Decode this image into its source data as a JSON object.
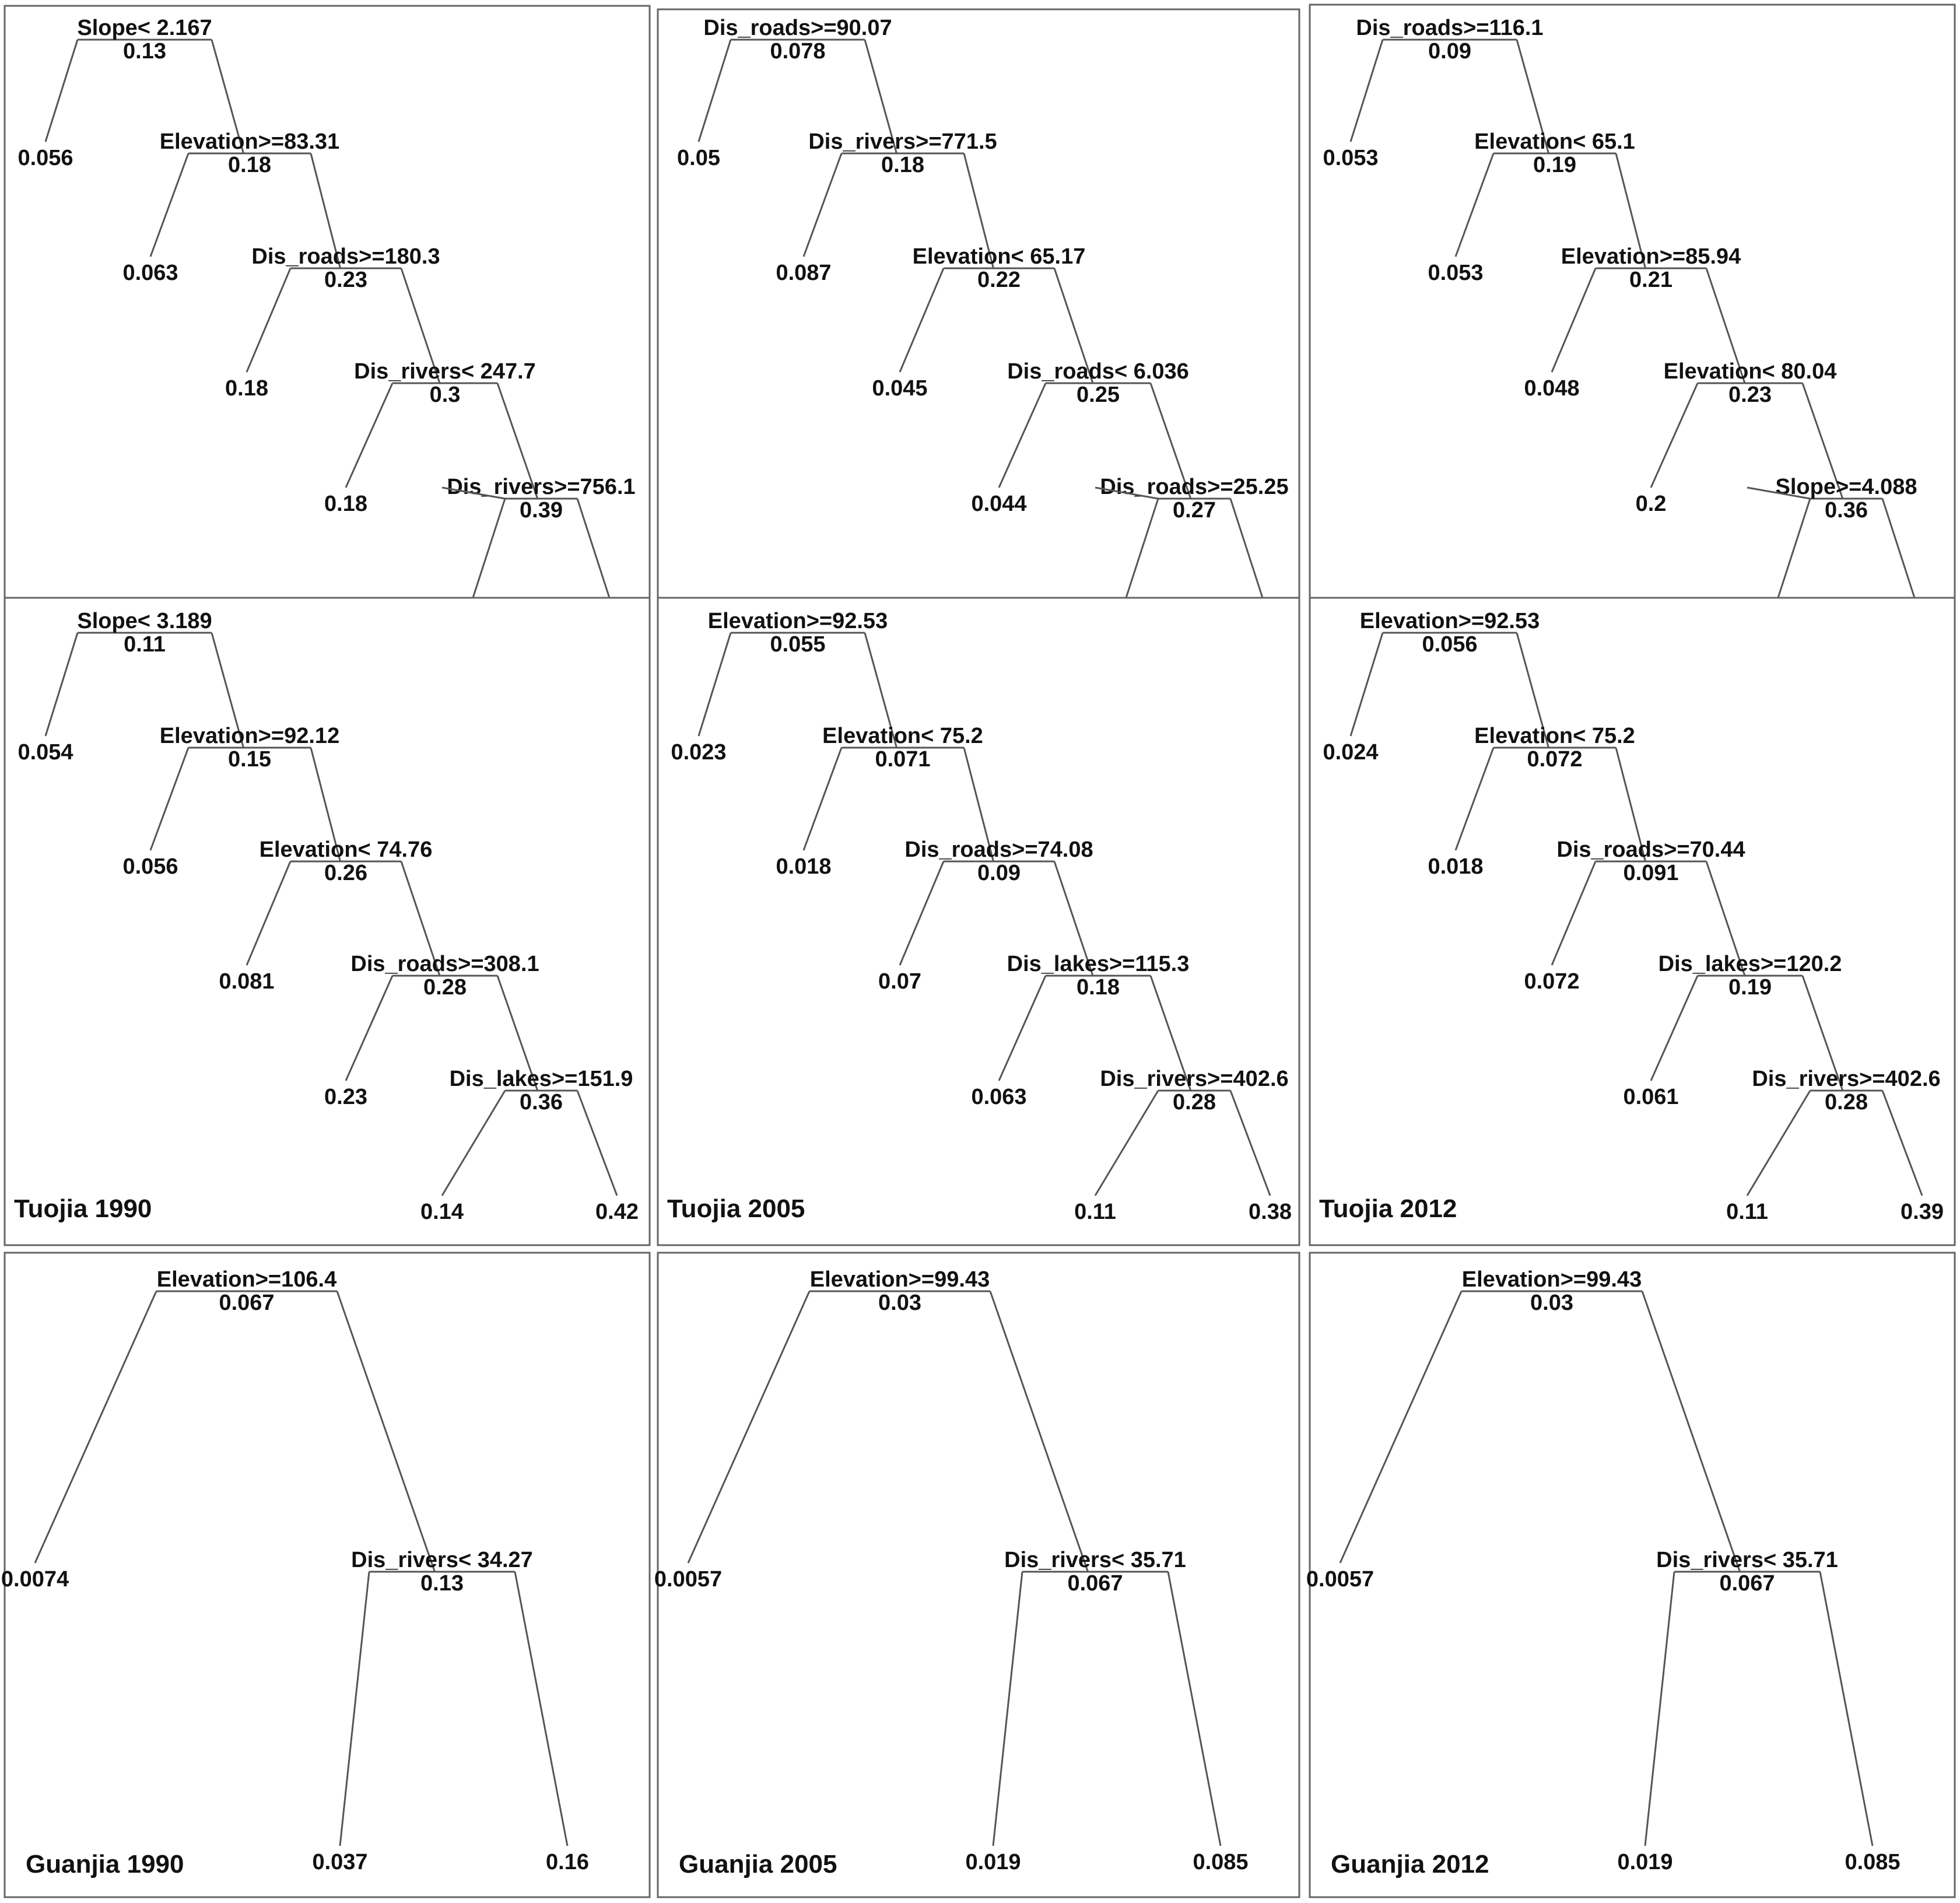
{
  "panels": [
    {
      "title": "",
      "root": {
        "split": "Slope< 2.167",
        "value": "0.13",
        "left": {
          "value": "0.056"
        },
        "right": {
          "split": "Elevation>=83.31",
          "value": "0.18",
          "left": {
            "value": "0.063"
          },
          "right": {
            "split": "Dis_roads>=180.3",
            "value": "0.23",
            "left": {
              "value": "0.18"
            },
            "right": {
              "split": "Dis_rivers< 247.7",
              "value": "0.3",
              "left": {
                "value": "0.18"
              },
              "right": {
                "split": "Dis_rivers>=756.1",
                "value": "0.39",
                "cut": true
              }
            }
          }
        }
      }
    },
    {
      "title": "",
      "root": {
        "split": "Dis_roads>=90.07",
        "value": "0.078",
        "left": {
          "value": "0.05"
        },
        "right": {
          "split": "Dis_rivers>=771.5",
          "value": "0.18",
          "left": {
            "value": "0.087"
          },
          "right": {
            "split": "Elevation< 65.17",
            "value": "0.22",
            "left": {
              "value": "0.045"
            },
            "right": {
              "split": "Dis_roads< 6.036",
              "value": "0.25",
              "left": {
                "value": "0.044"
              },
              "right": {
                "split": "Dis_roads>=25.25",
                "value": "0.27",
                "cut": true
              }
            }
          }
        }
      }
    },
    {
      "title": "",
      "root": {
        "split": "Dis_roads>=116.1",
        "value": "0.09",
        "left": {
          "value": "0.053"
        },
        "right": {
          "split": "Elevation< 65.1",
          "value": "0.19",
          "left": {
            "value": "0.053"
          },
          "right": {
            "split": "Elevation>=85.94",
            "value": "0.21",
            "left": {
              "value": "0.048"
            },
            "right": {
              "split": "Elevation< 80.04",
              "value": "0.23",
              "left": {
                "value": "0.2"
              },
              "right": {
                "split": "Slope>=4.088",
                "value": "0.36",
                "cut": true
              }
            }
          }
        }
      }
    },
    {
      "title": "Tuojia 1990",
      "root": {
        "split": "Slope< 3.189",
        "value": "0.11",
        "left": {
          "value": "0.054"
        },
        "right": {
          "split": "Elevation>=92.12",
          "value": "0.15",
          "left": {
            "value": "0.056"
          },
          "right": {
            "split": "Elevation< 74.76",
            "value": "0.26",
            "left": {
              "value": "0.081"
            },
            "right": {
              "split": "Dis_roads>=308.1",
              "value": "0.28",
              "left": {
                "value": "0.23"
              },
              "right": {
                "split": "Dis_lakes>=151.9",
                "value": "0.36",
                "left": {
                  "value": "0.14"
                },
                "right": {
                  "value": "0.42"
                }
              }
            }
          }
        }
      }
    },
    {
      "title": "Tuojia 2005",
      "root": {
        "split": "Elevation>=92.53",
        "value": "0.055",
        "left": {
          "value": "0.023"
        },
        "right": {
          "split": "Elevation< 75.2",
          "value": "0.071",
          "left": {
            "value": "0.018"
          },
          "right": {
            "split": "Dis_roads>=74.08",
            "value": "0.09",
            "left": {
              "value": "0.07"
            },
            "right": {
              "split": "Dis_lakes>=115.3",
              "value": "0.18",
              "left": {
                "value": "0.063"
              },
              "right": {
                "split": "Dis_rivers>=402.6",
                "value": "0.28",
                "left": {
                  "value": "0.11"
                },
                "right": {
                  "value": "0.38"
                }
              }
            }
          }
        }
      }
    },
    {
      "title": "Tuojia 2012",
      "root": {
        "split": "Elevation>=92.53",
        "value": "0.056",
        "left": {
          "value": "0.024"
        },
        "right": {
          "split": "Elevation< 75.2",
          "value": "0.072",
          "left": {
            "value": "0.018"
          },
          "right": {
            "split": "Dis_roads>=70.44",
            "value": "0.091",
            "left": {
              "value": "0.072"
            },
            "right": {
              "split": "Dis_lakes>=120.2",
              "value": "0.19",
              "left": {
                "value": "0.061"
              },
              "right": {
                "split": "Dis_rivers>=402.6",
                "value": "0.28",
                "left": {
                  "value": "0.11"
                },
                "right": {
                  "value": "0.39"
                }
              }
            }
          }
        }
      }
    },
    {
      "title": "Guanjia 1990",
      "root": {
        "split": "Elevation>=106.4",
        "value": "0.067",
        "left": {
          "value": "0.0074"
        },
        "right": {
          "split": "Dis_rivers< 34.27",
          "value": "0.13",
          "left": {
            "value": "0.037"
          },
          "right": {
            "value": "0.16"
          }
        }
      }
    },
    {
      "title": "Guanjia 2005",
      "root": {
        "split": "Elevation>=99.43",
        "value": "0.03",
        "left": {
          "value": "0.0057"
        },
        "right": {
          "split": "Dis_rivers< 35.71",
          "value": "0.067",
          "left": {
            "value": "0.019"
          },
          "right": {
            "value": "0.085"
          }
        }
      }
    },
    {
      "title": "Guanjia 2012",
      "root": {
        "split": "Elevation>=99.43",
        "value": "0.03",
        "left": {
          "value": "0.0057"
        },
        "right": {
          "split": "Dis_rivers< 35.71",
          "value": "0.067",
          "left": {
            "value": "0.019"
          },
          "right": {
            "value": "0.085"
          }
        }
      }
    }
  ]
}
